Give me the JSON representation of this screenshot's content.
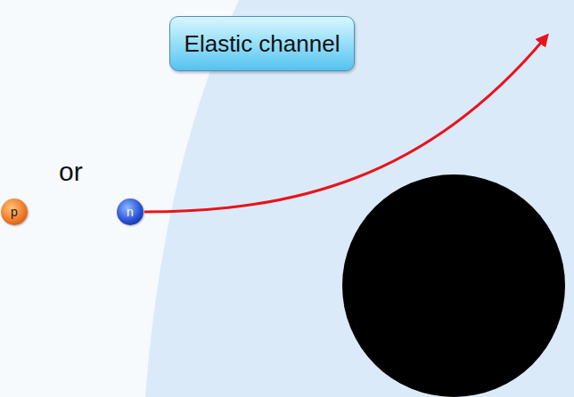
{
  "diagram": {
    "nodes": [
      {
        "text": [
          "Elastic channel"
        ]
      },
      {
        "text": [
          "p"
        ]
      },
      {
        "text": [
          "n"
        ]
      }
    ],
    "labels": [
      "or"
    ]
  }
}
